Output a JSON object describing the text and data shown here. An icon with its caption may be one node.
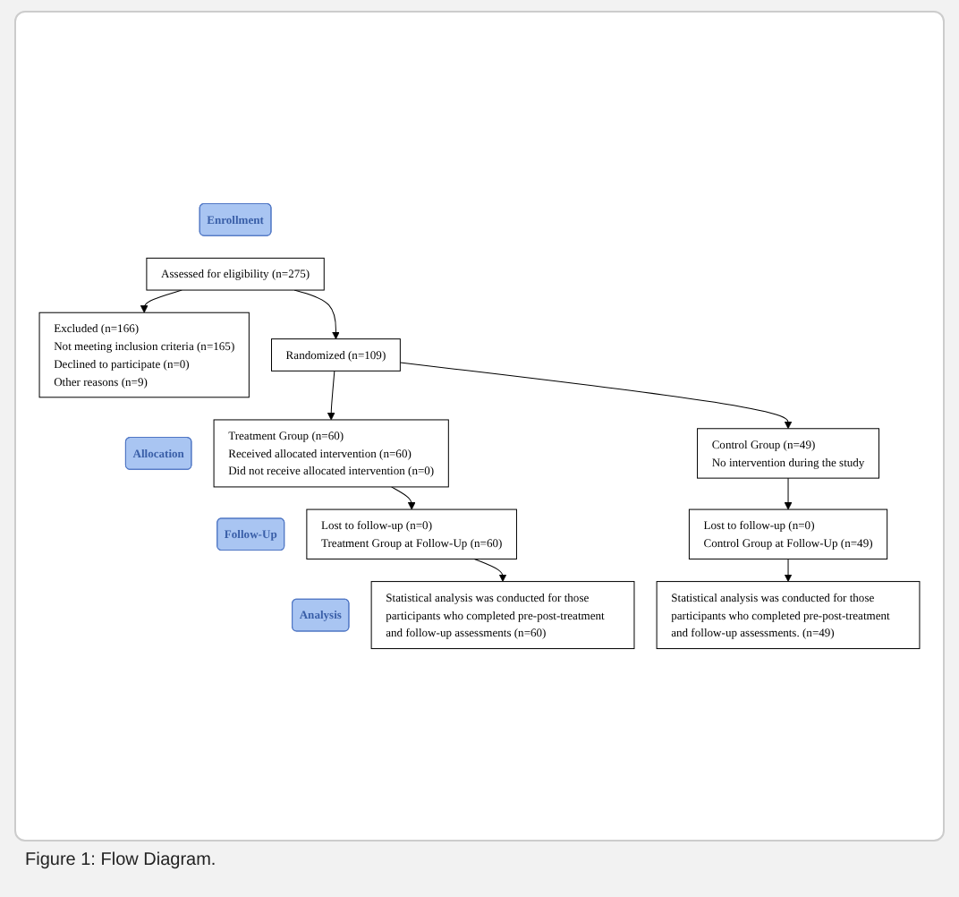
{
  "diagram": {
    "caption": "Figure 1: Flow Diagram.",
    "nodes": [
      {
        "text": [
          "Enrollment"
        ]
      },
      {
        "text": [
          "Assessed for eligibility (n=275)"
        ]
      },
      {
        "text": [
          "Excluded (n=166)",
          "Not meeting inclusion criteria (n=165)",
          "Declined to participate (n=0)",
          "Other reasons (n=9)"
        ]
      },
      {
        "text": [
          "Randomized (n=109)"
        ]
      },
      {
        "text": [
          "Allocation"
        ]
      },
      {
        "text": [
          "Treatment Group (n=60)",
          "Received allocated intervention (n=60)",
          "Did not receive allocated intervention (n=0)"
        ]
      },
      {
        "text": [
          "Control Group (n=49)",
          "No intervention during the study"
        ]
      },
      {
        "text": [
          "Follow-Up"
        ]
      },
      {
        "text": [
          "Lost to follow-up (n=0)",
          "Treatment Group at Follow-Up (n=60)"
        ]
      },
      {
        "text": [
          "Lost to follow-up (n=0)",
          "Control Group at Follow-Up (n=49)"
        ]
      },
      {
        "text": [
          "Analysis"
        ]
      },
      {
        "text": [
          "Statistical analysis was conducted for those participants who completed pre-post-treatment and follow-up assessments (n=60)"
        ]
      },
      {
        "text": [
          "Statistical analysis was conducted for those participants who completed pre-post-treatment and follow-up assessments. (n=49)"
        ]
      }
    ],
    "edges": [
      {
        "from": 1,
        "to": 3,
        "arrow": "to"
      },
      {
        "from": 1,
        "to": 2,
        "arrow": "to"
      },
      {
        "from": 3,
        "to": 5,
        "arrow": "to"
      },
      {
        "from": 3,
        "to": 6,
        "arrow": "to"
      },
      {
        "from": 5,
        "to": 8,
        "arrow": "to"
      },
      {
        "from": 6,
        "to": 9,
        "arrow": "to"
      },
      {
        "from": 8,
        "to": 11,
        "arrow": "to"
      },
      {
        "from": 9,
        "to": 12,
        "arrow": "to"
      }
    ]
  }
}
